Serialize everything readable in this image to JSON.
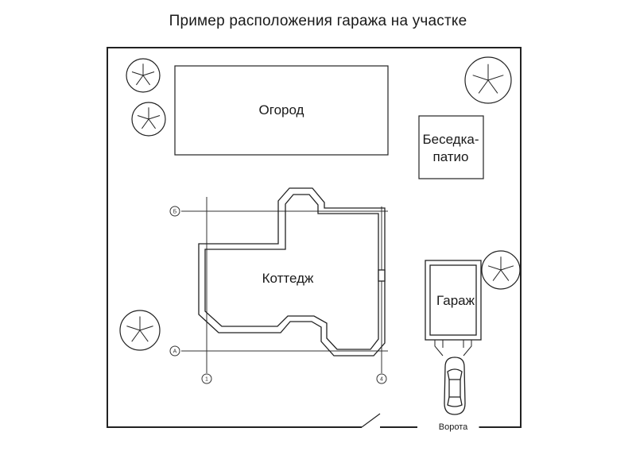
{
  "title": "Пример расположения гаража на участке",
  "labels": {
    "garden": "Огород",
    "gazebo_line1": "Беседка-",
    "gazebo_line2": "патио",
    "cottage": "Коттедж",
    "garage": "Гараж",
    "gate": "Ворота"
  },
  "axis_markers": {
    "row_top": "Б",
    "row_bottom": "А",
    "col_left": "1",
    "col_right": "4"
  },
  "icons": [
    "tree-icon",
    "car-icon"
  ]
}
